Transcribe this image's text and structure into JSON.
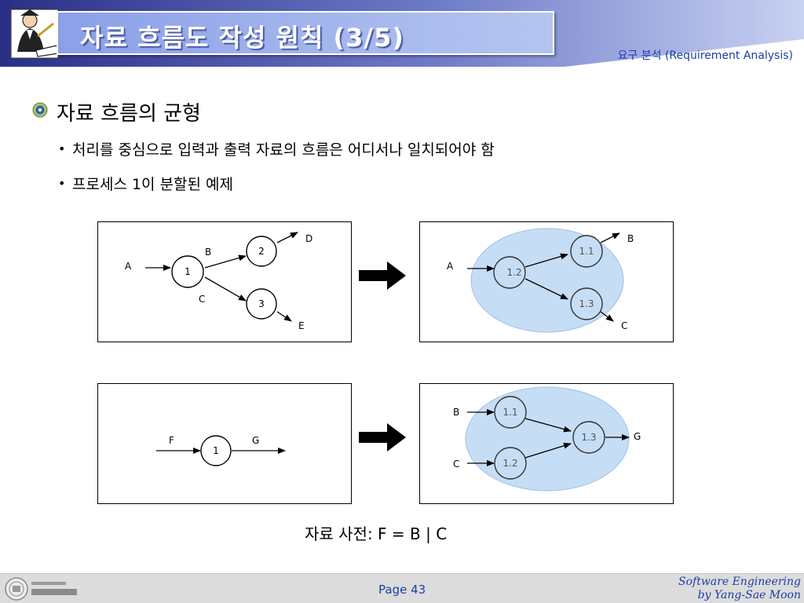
{
  "header": {
    "title": "자료 흐름도 작성 원칙 (3/5)",
    "section_label": "요구 분석 (Requirement Analysis)"
  },
  "content": {
    "heading": "자료 흐름의 균형",
    "items": [
      {
        "bullet": "•",
        "text": "처리를 중심으로 입력과 출력 자료의 흐름은 어디서나 일치되어야 함"
      },
      {
        "bullet": "•",
        "text": "프로세스 1이 분할된 예제"
      }
    ],
    "data_dictionary": "자료 사전: F = B | C"
  },
  "diagrams": {
    "top_left": {
      "nodes": {
        "n1": "1",
        "n2": "2",
        "n3": "3"
      },
      "flows": {
        "a": "A",
        "b": "B",
        "c": "C",
        "d": "D",
        "e": "E"
      }
    },
    "top_right": {
      "nodes": {
        "n12": "1.2",
        "n11": "1.1",
        "n13": "1.3"
      },
      "flows": {
        "a": "A",
        "b": "B",
        "c": "C"
      }
    },
    "bottom_left": {
      "nodes": {
        "n1": "1"
      },
      "flows": {
        "f": "F",
        "g": "G"
      }
    },
    "bottom_right": {
      "nodes": {
        "n11": "1.1",
        "n12": "1.2",
        "n13": "1.3"
      },
      "flows": {
        "b": "B",
        "c": "C",
        "g": "G"
      }
    }
  },
  "footer": {
    "page": "Page 43",
    "credit_line1": "Software Engineering",
    "credit_line2": "by Yang-Sae Moon"
  },
  "colors": {
    "header_dark": "#2a2f86",
    "header_light": "#c9d2f2",
    "title_box": "#9fb2ec",
    "section_text": "#1a3ea8",
    "ellipse_fill": "#c6ddf6",
    "footer_bg": "#dcdcdc"
  }
}
